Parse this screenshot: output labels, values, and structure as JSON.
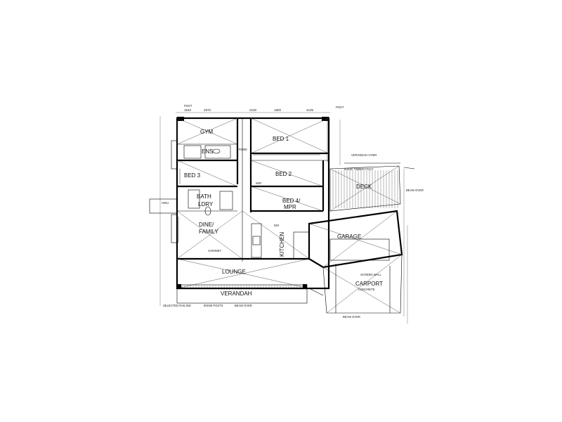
{
  "rooms": {
    "gym": "GYM",
    "ens": "ENS",
    "bed1": "BED 1",
    "bed3": "BED 3",
    "bed2": "BED 2",
    "bath": "BATH",
    "ldry": "LDRY",
    "bed4": "BED 4/",
    "bed4b": "MPR",
    "dine": "DINE/",
    "dineb": "FAMILY",
    "kitchen": "KITCHEN",
    "lounge": "LOUNGE",
    "verandah": "VERANDAH",
    "deck": "DECK",
    "garage": "GARAGE",
    "carport": "CARPORT"
  },
  "notes": {
    "post_top": "POST",
    "post_right": "POST",
    "verandah_over": "VERANDAH OVER",
    "timber_posts": "90X90 TIMBER POST",
    "beam_over_right": "BEAM OVER",
    "dw": "DW",
    "screen_wall": "SCREEN WALL",
    "concrete": "CONCRETE",
    "selected_railing": "SELECTED RAILING",
    "posts_9090": "90X90 POSTS",
    "beam_over_bottom": "BEAM OVER",
    "beam_over_carport": "BEAM OVER",
    "chimney": "CHIMNEY",
    "hwu": "HWU",
    "wir": "WIR",
    "robe": "ROBE"
  },
  "dimensions": {
    "top_a": "1540",
    "top_b": "2970",
    "top_c": "2100",
    "top_d": "1800",
    "top_e": "4105"
  }
}
